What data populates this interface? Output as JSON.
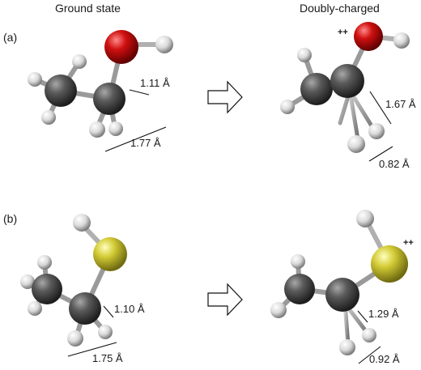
{
  "headers": {
    "left": "Ground state",
    "right": "Doubly-charged"
  },
  "panels": {
    "a": {
      "label": "(a)",
      "ground": {
        "bond_1": "1.11 Å",
        "bond_2": "1.77 Å"
      },
      "charged": {
        "charge": "++",
        "bond_1": "1.67 Å",
        "bond_2": "0.82 Å"
      }
    },
    "b": {
      "label": "(b)",
      "ground": {
        "bond_1": "1.10 Å",
        "bond_2": "1.75 Å"
      },
      "charged": {
        "charge": "++",
        "bond_1": "1.29 Å",
        "bond_2": "0.92 Å"
      }
    }
  },
  "colors": {
    "carbon": "#4a4a4a",
    "hydrogen": "#e6e6e6",
    "oxygen": "#c81010",
    "sulfur": "#c8c030"
  }
}
